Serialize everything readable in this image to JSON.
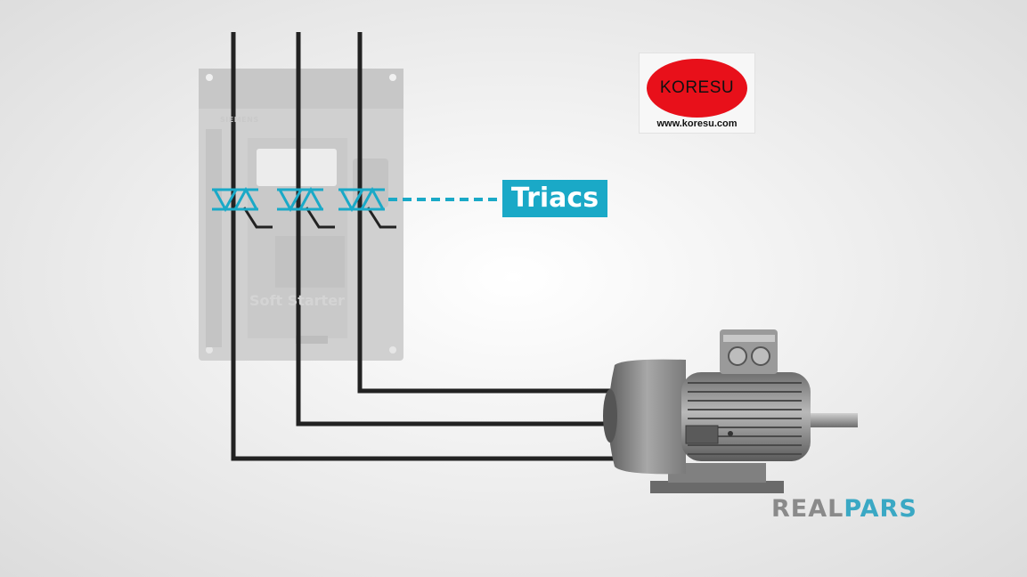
{
  "starter": {
    "brand": "SIEMENS",
    "label": "Soft Starter"
  },
  "callout": {
    "label": "Triacs"
  },
  "watermark": {
    "name": "KORESU",
    "url": "www.koresu.com"
  },
  "brand": {
    "part1": "REAL",
    "part2": "PARS"
  },
  "colors": {
    "accent": "#1aa9c7",
    "wire": "#222222",
    "logo_red": "#e8101a"
  }
}
